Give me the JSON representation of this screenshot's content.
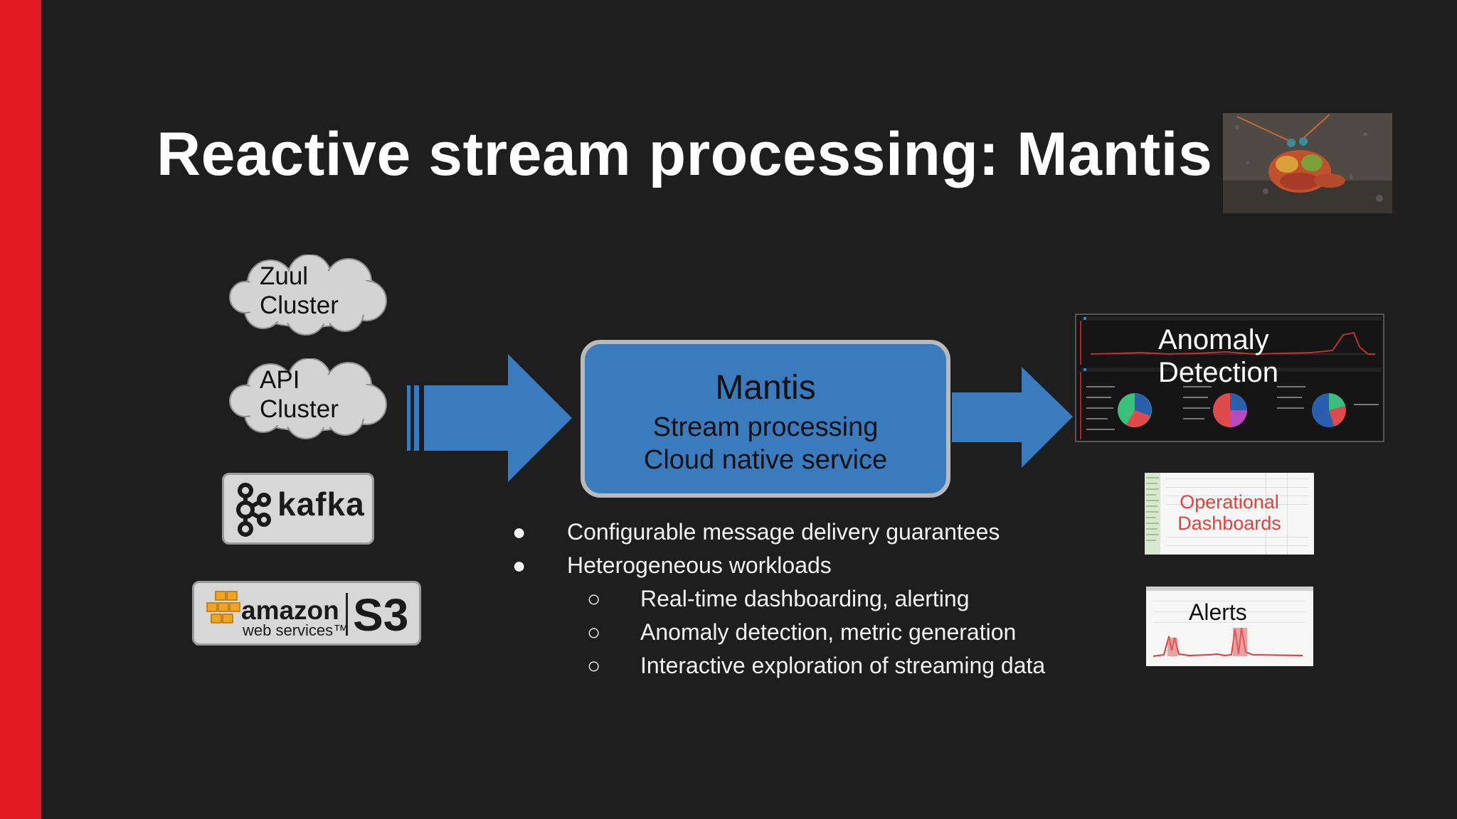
{
  "slide": {
    "title": "Reactive stream processing: Mantis",
    "colors": {
      "accent": "#e21a23",
      "background": "#1f1e1f",
      "mantis_box": "#3a7bbd",
      "arrow": "#3a7bbd"
    }
  },
  "sources": {
    "zuul": {
      "line1": "Zuul",
      "line2": "Cluster"
    },
    "api": {
      "line1": "API",
      "line2": "Cluster"
    },
    "kafka": {
      "label": "kafka"
    },
    "s3": {
      "amazon": "amazon",
      "webservices": "web services™",
      "s3": "S3"
    }
  },
  "mantis": {
    "title": "Mantis",
    "line1": "Stream processing",
    "line2": "Cloud native service"
  },
  "bullets": [
    {
      "mark": "●",
      "text": "Configurable message delivery guarantees"
    },
    {
      "mark": "●",
      "text": "Heterogeneous workloads"
    }
  ],
  "sub_bullets": [
    {
      "mark": "○",
      "text": "Real-time dashboarding, alerting"
    },
    {
      "mark": "○",
      "text": "Anomaly detection, metric generation"
    },
    {
      "mark": "○",
      "text": "Interactive exploration of streaming data"
    }
  ],
  "outputs": {
    "anomaly": {
      "line1": "Anomaly",
      "line2": "Detection"
    },
    "operational": {
      "line1": "Operational",
      "line2": "Dashboards"
    },
    "alerts": {
      "label": "Alerts"
    }
  },
  "icons": [
    "mantis-shrimp-photo",
    "cloud-icon",
    "kafka-logo-icon",
    "aws-boxes-icon",
    "arrow-right-icon",
    "pie-chart-icon"
  ]
}
